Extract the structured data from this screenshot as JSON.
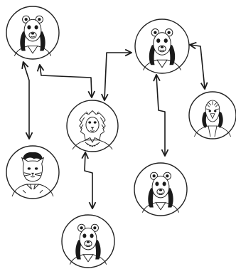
{
  "diagram": {
    "kind": "hand-drawn relationship network",
    "nodes": [
      {
        "id": "n1",
        "icon": "bear-mask-woman-portrait-icon"
      },
      {
        "id": "n2",
        "icon": "bear-mask-woman-portrait-icon"
      },
      {
        "id": "n3",
        "icon": "lion-mask-woman-portrait-icon"
      },
      {
        "id": "n4",
        "icon": "bald-eagle-mask-woman-portrait-icon"
      },
      {
        "id": "n5",
        "icon": "cat-mask-man-portrait-icon"
      },
      {
        "id": "n6",
        "icon": "bear-mask-woman-portrait-icon"
      },
      {
        "id": "n7",
        "icon": "bear-mask-woman-portrait-icon"
      }
    ],
    "edges": [
      {
        "id": "e1",
        "from": "n1",
        "to": "n5",
        "direction": "both"
      },
      {
        "id": "e2",
        "from": "n1",
        "to": "n3",
        "direction": "both"
      },
      {
        "id": "e3",
        "from": "n3",
        "to": "n2",
        "direction": "both"
      },
      {
        "id": "e4",
        "from": "n2",
        "to": "n4",
        "direction": "both"
      },
      {
        "id": "e5",
        "from": "n2",
        "to": "n6",
        "direction": "both"
      },
      {
        "id": "e6",
        "from": "n3",
        "to": "n7",
        "direction": "both"
      }
    ],
    "colors": {
      "ink": "#1a1a1a",
      "background": "#ffffff"
    }
  }
}
